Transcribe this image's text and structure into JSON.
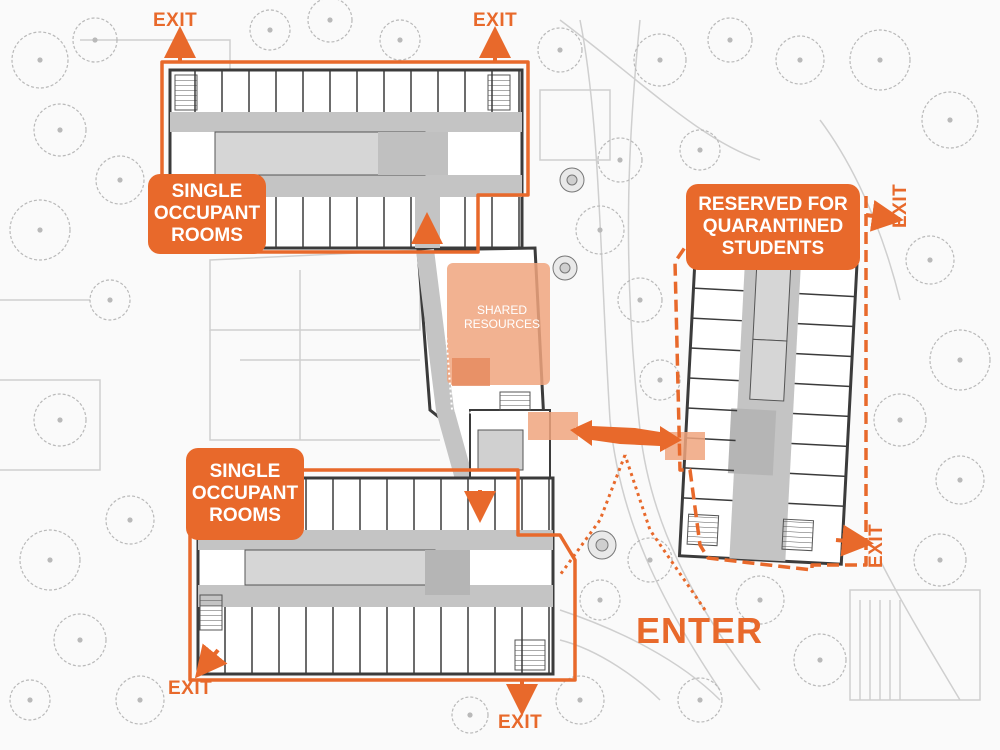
{
  "labels": {
    "exit": "EXIT",
    "enter": "ENTER",
    "north_wing": [
      "SINGLE",
      "OCCUPANT",
      "ROOMS"
    ],
    "south_wing": [
      "SINGLE",
      "OCCUPANT",
      "ROOMS"
    ],
    "east_wing": [
      "RESERVED FOR",
      "QUARANTINED",
      "STUDENTS"
    ],
    "shared": [
      "SHARED",
      "RESOURCES"
    ]
  },
  "colors": {
    "accent": "#e8692b",
    "shared_fill": "#f0a57e",
    "wall": "#3b3b3b",
    "corridor": "#bdbdbd",
    "background": "#fafafa",
    "tree_outline": "#b9b9b9"
  },
  "icons": [
    "exit-arrow-icon",
    "enter-route-icon",
    "tree-icon",
    "stair-icon"
  ]
}
